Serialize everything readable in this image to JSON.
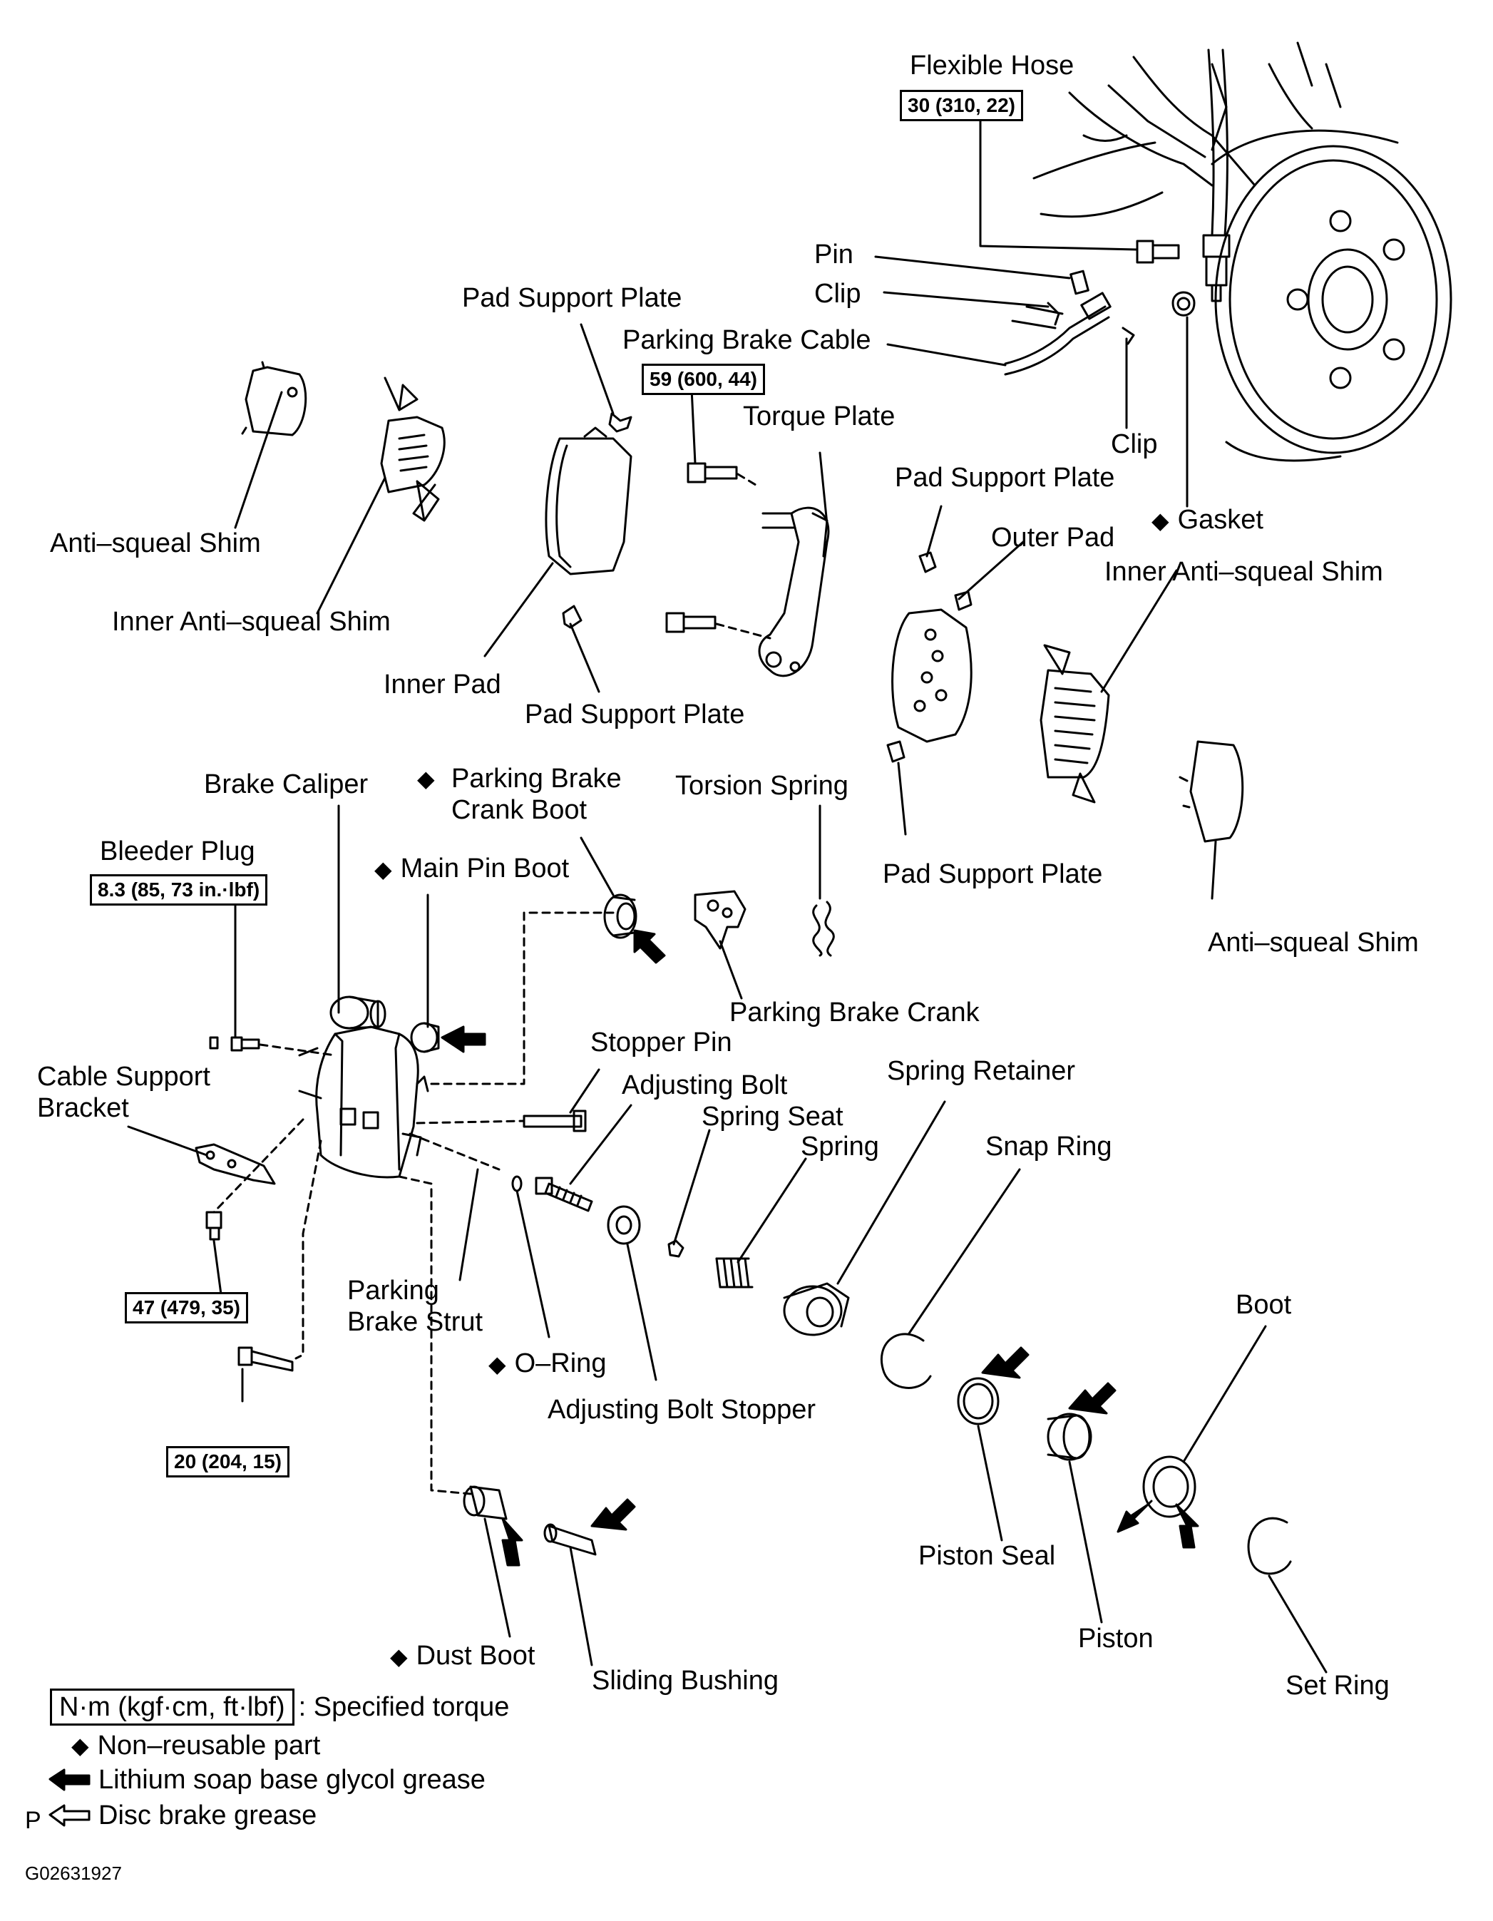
{
  "labels": {
    "flexible_hose": "Flexible Hose",
    "pin": "Pin",
    "clip_top": "Clip",
    "pad_support_plate_top": "Pad Support Plate",
    "parking_brake_cable": "Parking Brake Cable",
    "torque_plate": "Torque Plate",
    "clip_right": "Clip",
    "pad_support_plate_right": "Pad Support Plate",
    "gasket": "Gasket",
    "outer_pad": "Outer Pad",
    "inner_anti_squeal_shim_right": "Inner Anti–squeal Shim",
    "anti_squeal_shim_left": "Anti–squeal Shim",
    "inner_anti_squeal_shim_left": "Inner Anti–squeal Shim",
    "inner_pad": "Inner Pad",
    "pad_support_plate_bottom": "Pad Support Plate",
    "brake_caliper": "Brake Caliper",
    "parking_brake_crank_boot": "Parking Brake\nCrank Boot",
    "torsion_spring": "Torsion Spring",
    "pad_support_plate_lower": "Pad Support Plate",
    "bleeder_plug": "Bleeder Plug",
    "main_pin_boot": "Main Pin Boot",
    "anti_squeal_shim_right": "Anti–squeal Shim",
    "parking_brake_crank": "Parking Brake Crank",
    "stopper_pin": "Stopper Pin",
    "adjusting_bolt": "Adjusting Bolt",
    "spring_retainer": "Spring Retainer",
    "cable_support_bracket": "Cable Support\nBracket",
    "spring_seat": "Spring Seat",
    "spring": "Spring",
    "snap_ring": "Snap Ring",
    "parking_brake_strut": "Parking\nBrake Strut",
    "boot": "Boot",
    "o_ring": "O–Ring",
    "adjusting_bolt_stopper": "Adjusting Bolt Stopper",
    "piston_seal": "Piston Seal",
    "piston": "Piston",
    "dust_boot": "Dust Boot",
    "sliding_bushing": "Sliding Bushing",
    "set_ring": "Set Ring"
  },
  "torques": {
    "flexible_hose": "30 (310, 22)",
    "torque_plate": "59 (600, 44)",
    "bleeder_plug": "8.3 (85, 73 in.·lbf)",
    "bracket_bolt": "47 (479, 35)",
    "lower_bolt": "20 (204, 15)"
  },
  "legend": {
    "torque_box": "N·m (kgf·cm, ft·lbf)",
    "torque_text": ": Specified torque",
    "nonreusable": "Non–reusable part",
    "lithium": "Lithium soap base glycol grease",
    "disc": "Disc brake grease"
  },
  "marker": "P",
  "figure_code": "G02631927"
}
